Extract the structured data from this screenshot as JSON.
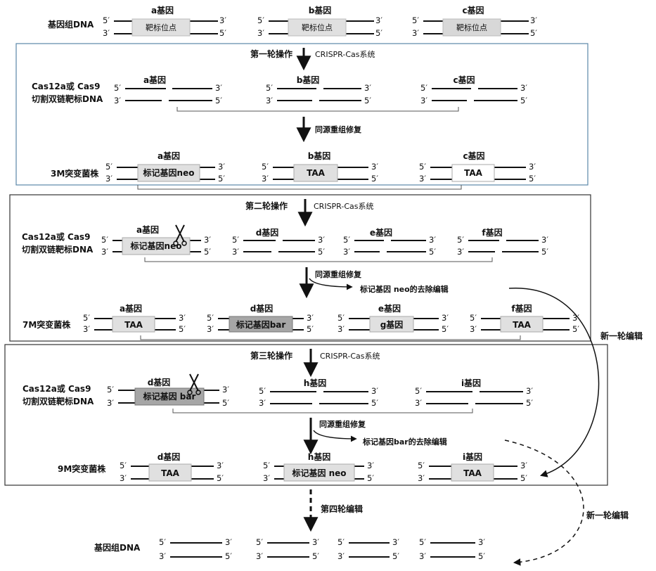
{
  "genome_label": "基因组DNA",
  "end5": "5′",
  "end3": "3′",
  "top_genes": {
    "a": "a基因",
    "b": "b基因",
    "c": "c基因",
    "site_label": "靶标位点"
  },
  "cut_label": [
    "Cas12a或 Cas9",
    "切割双链靶标DNA"
  ],
  "system_label": "CRISPR-Cas系统",
  "hdr_label": "同源重组修复",
  "round1": {
    "title": "第一轮操作",
    "genes": [
      "a基因",
      "b基因",
      "c基因"
    ],
    "strain": "3M突变菌株",
    "boxes": [
      "标记基因neo",
      "TAA",
      "TAA"
    ]
  },
  "round2": {
    "title": "第二轮操作",
    "cut_genes": [
      "a基因",
      "d基因",
      "e基因",
      "f基因"
    ],
    "cut_box": "标记基因neo",
    "removal": "标记基因 neo的去除编辑",
    "strain": "7M突变菌株",
    "genes": [
      "a基因",
      "d基因",
      "e基因",
      "f基因"
    ],
    "boxes": [
      "TAA",
      "标记基因bar",
      "g基因",
      "TAA"
    ]
  },
  "round3": {
    "title": "第三轮操作",
    "cut_genes": [
      "d基因",
      "h基因",
      "i基因"
    ],
    "cut_box": "标记基因 bar",
    "removal": "标记基因bar的去除编辑",
    "strain": "9M突变菌株",
    "genes": [
      "d基因",
      "h基因",
      "i基因"
    ],
    "boxes": [
      "TAA",
      "标记基因 neo",
      "TAA"
    ]
  },
  "round4_label": "第四轮编辑",
  "new_round_label": "新一轮编辑",
  "colors": {
    "light_box": "#e0e0e0",
    "dark_box": "#a6a6a6",
    "round1_border": "#5b87a8",
    "border": "#333333"
  }
}
